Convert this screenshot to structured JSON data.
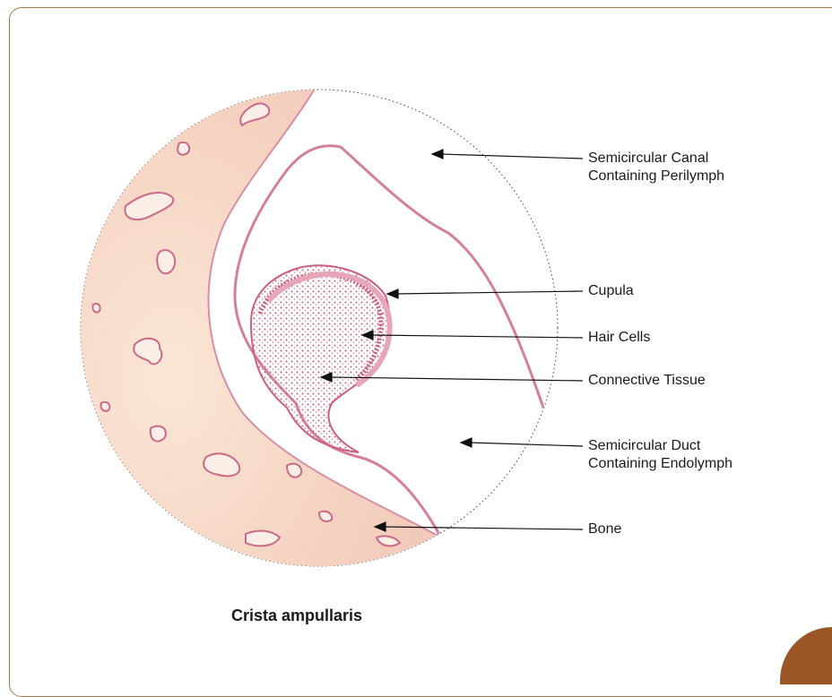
{
  "diagram": {
    "title": "Crista ampullaris",
    "labels": [
      {
        "id": "perilymph",
        "text": "Semicircular Canal\nContaining Perilymph"
      },
      {
        "id": "cupula",
        "text": "Cupula"
      },
      {
        "id": "hair-cells",
        "text": "Hair Cells"
      },
      {
        "id": "connective",
        "text": "Connective Tissue"
      },
      {
        "id": "endolymph",
        "text": "Semicircular Duct\nContaining Endolymph"
      },
      {
        "id": "bone",
        "text": "Bone"
      }
    ]
  },
  "colors": {
    "frame": "#a9764a",
    "corner": "#9b5627",
    "bone_fill": "#f7dcc8",
    "tissue_pink": "#e8a2b4",
    "tissue_dark": "#c9607f",
    "leader_line": "#111111"
  }
}
